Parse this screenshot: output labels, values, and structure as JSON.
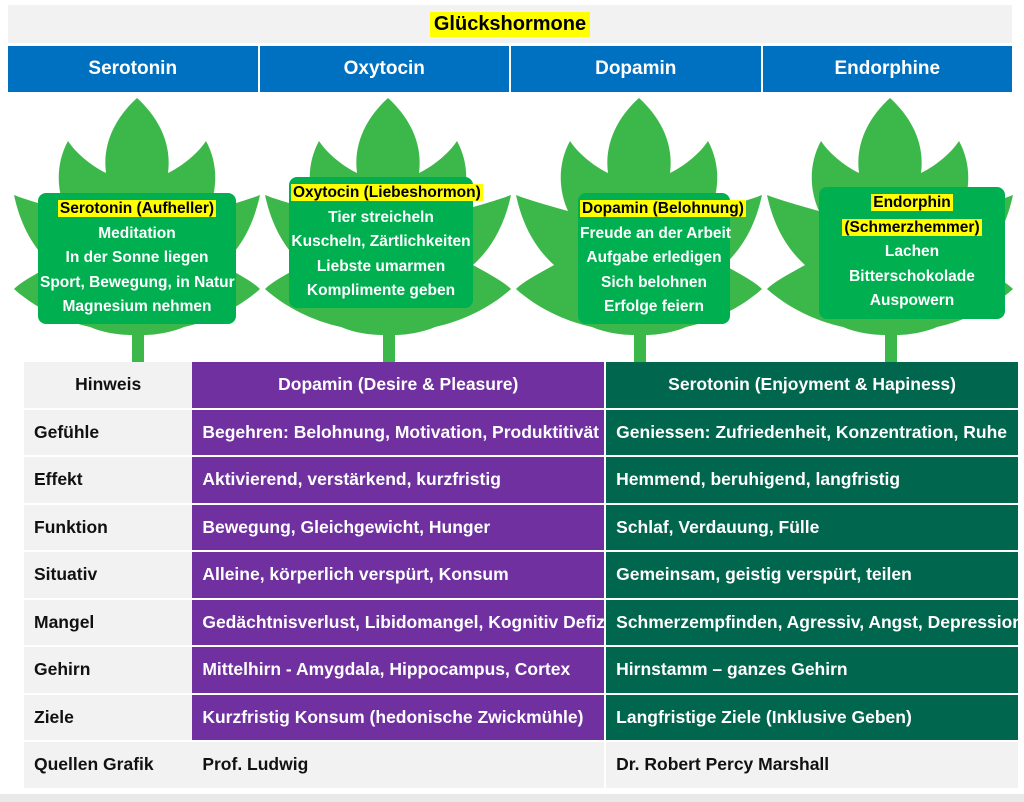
{
  "title": "Glückshormone",
  "hormones": [
    "Serotonin",
    "Oxytocin",
    "Dopamin",
    "Endorphine"
  ],
  "leaves": [
    {
      "heading": [
        "Serotonin (Aufheller)"
      ],
      "items": [
        "Meditation",
        "In der Sonne liegen",
        "Sport, Bewegung, in Natur",
        "Magnesium nehmen"
      ]
    },
    {
      "heading": [
        "Oxytocin (Liebeshormon)"
      ],
      "items": [
        "Tier streicheln",
        "Kuscheln, Zärtlichkeiten",
        "Liebste umarmen",
        "Komplimente geben"
      ]
    },
    {
      "heading": [
        "Dopamin (Belohnung)"
      ],
      "items": [
        "Freude an der Arbeit",
        "Aufgabe erledigen",
        "Sich belohnen",
        "Erfolge feiern"
      ]
    },
    {
      "heading": [
        "Endorphin",
        "(Schmerzhemmer)"
      ],
      "items": [
        "Lachen",
        "Bitterschokolade",
        "Auspowern"
      ]
    }
  ],
  "colors": {
    "leaf": "#3cb84a",
    "box": "#00b050",
    "header_blue": "#0070c0",
    "dopamin": "#7030a0",
    "serotonin": "#00664d",
    "highlight": "#ffff00"
  },
  "table": {
    "header": {
      "label": "Hinweis",
      "dopamin": "Dopamin (Desire & Pleasure)",
      "serotonin": "Serotonin (Enjoyment & Hapiness)"
    },
    "rows": [
      {
        "label": "Gefühle",
        "dopamin": "Begehren: Belohnung, Motivation, Produktitivät",
        "serotonin": "Geniessen: Zufriedenheit, Konzentration, Ruhe"
      },
      {
        "label": "Effekt",
        "dopamin": "Aktivierend, verstärkend, kurzfristig",
        "serotonin": "Hemmend, beruhigend, langfristig"
      },
      {
        "label": "Funktion",
        "dopamin": "Bewegung, Gleichgewicht, Hunger",
        "serotonin": "Schlaf, Verdauung, Fülle"
      },
      {
        "label": "Situativ",
        "dopamin": "Alleine, körperlich verspürt, Konsum",
        "serotonin": "Gemeinsam, geistig verspürt, teilen"
      },
      {
        "label": "Mangel",
        "dopamin": "Gedächtnisverlust, Libidomangel, Kognitiv Defizit",
        "serotonin": "Schmerzempfinden, Agressiv, Angst, Depression"
      },
      {
        "label": "Gehirn",
        "dopamin": "Mittelhirn - Amygdala, Hippocampus, Cortex",
        "serotonin": "Hirnstamm – ganzes Gehirn"
      },
      {
        "label": "Ziele",
        "dopamin": "Kurzfristig Konsum (hedonische Zwickmühle)",
        "serotonin": "Langfristige Ziele (Inklusive Geben)"
      }
    ],
    "sources": {
      "label": "Quellen Grafik",
      "dopamin": "Prof. Ludwig",
      "serotonin": "Dr. Robert Percy Marshall"
    }
  }
}
